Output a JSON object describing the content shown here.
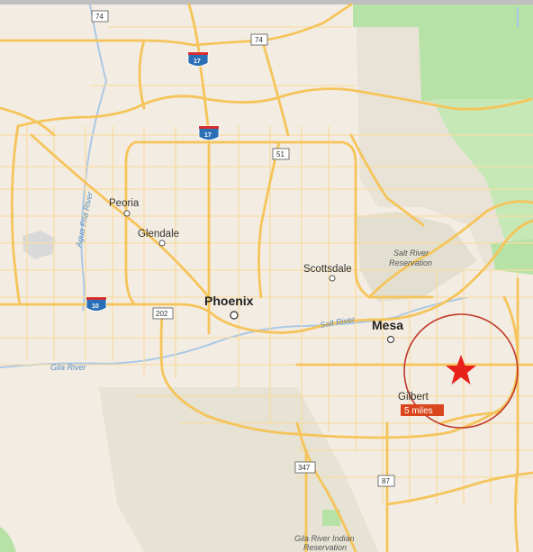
{
  "cities": {
    "peoria": "Peoria",
    "glendale": "Glendale",
    "phoenix": "Phoenix",
    "scottsdale": "Scottsdale",
    "mesa": "Mesa",
    "gilbert": "Gilbert"
  },
  "water": {
    "agua_fria_river": "Agua Fria River",
    "salt_river": "Salt River",
    "gila_river": "Gila River"
  },
  "reservations": {
    "salt_river_line1": "Salt River",
    "salt_river_line2": "Reservation",
    "gila_river_line1": "Gila River Indian",
    "gila_river_line2": "Reservation"
  },
  "highways": {
    "us74_north": "74",
    "us74_east": "74",
    "i17_north": "17",
    "i17_south": "17",
    "sr51": "51",
    "i10": "10",
    "sr202": "202",
    "sr347": "347",
    "sr87": "87"
  },
  "scale_label": "5 miles",
  "colors": {
    "land": "#f3ece2",
    "park": "#b7e2a6",
    "reservation": "#e5e1d3",
    "road": "#f5c45a",
    "river": "#aac8e6",
    "marker": "#e8221b",
    "radius_circle": "#c0392b"
  },
  "marker_icon": "star-icon"
}
